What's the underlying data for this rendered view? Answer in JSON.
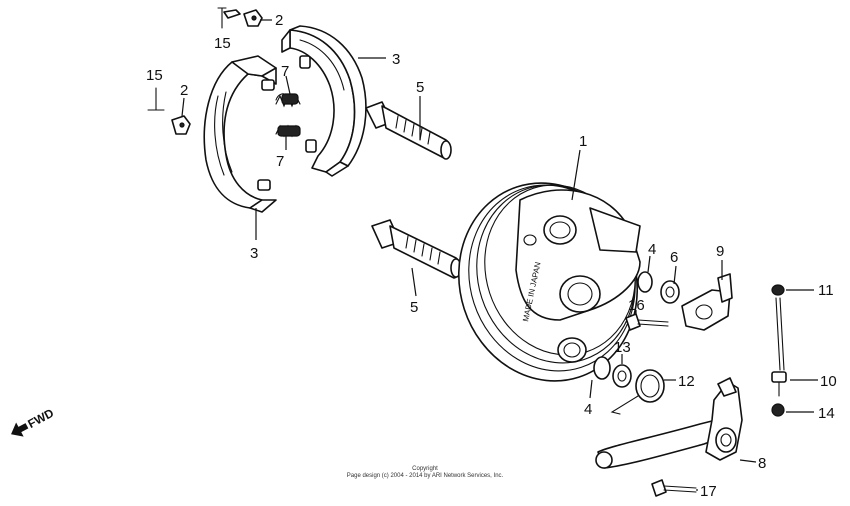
{
  "diagram": {
    "callouts": [
      {
        "id": "c1",
        "label": "1"
      },
      {
        "id": "c2a",
        "label": "2"
      },
      {
        "id": "c2b",
        "label": "2"
      },
      {
        "id": "c3a",
        "label": "3"
      },
      {
        "id": "c3b",
        "label": "3"
      },
      {
        "id": "c4a",
        "label": "4"
      },
      {
        "id": "c4b",
        "label": "4"
      },
      {
        "id": "c5a",
        "label": "5"
      },
      {
        "id": "c5b",
        "label": "5"
      },
      {
        "id": "c6",
        "label": "6"
      },
      {
        "id": "c7a",
        "label": "7"
      },
      {
        "id": "c7b",
        "label": "7"
      },
      {
        "id": "c8",
        "label": "8"
      },
      {
        "id": "c9",
        "label": "9"
      },
      {
        "id": "c10",
        "label": "10"
      },
      {
        "id": "c11",
        "label": "11"
      },
      {
        "id": "c12",
        "label": "12"
      },
      {
        "id": "c13",
        "label": "13"
      },
      {
        "id": "c14",
        "label": "14"
      },
      {
        "id": "c15a",
        "label": "15"
      },
      {
        "id": "c15b",
        "label": "15"
      },
      {
        "id": "c16",
        "label": "16"
      },
      {
        "id": "c17",
        "label": "17"
      }
    ],
    "direction_label": "FWD",
    "panel_lettering": "MADE IN JAPAN"
  },
  "footer": {
    "copyright_title": "Copyright",
    "copyright_text": "Page design (c) 2004 - 2014 by ARI Network Services, Inc."
  }
}
